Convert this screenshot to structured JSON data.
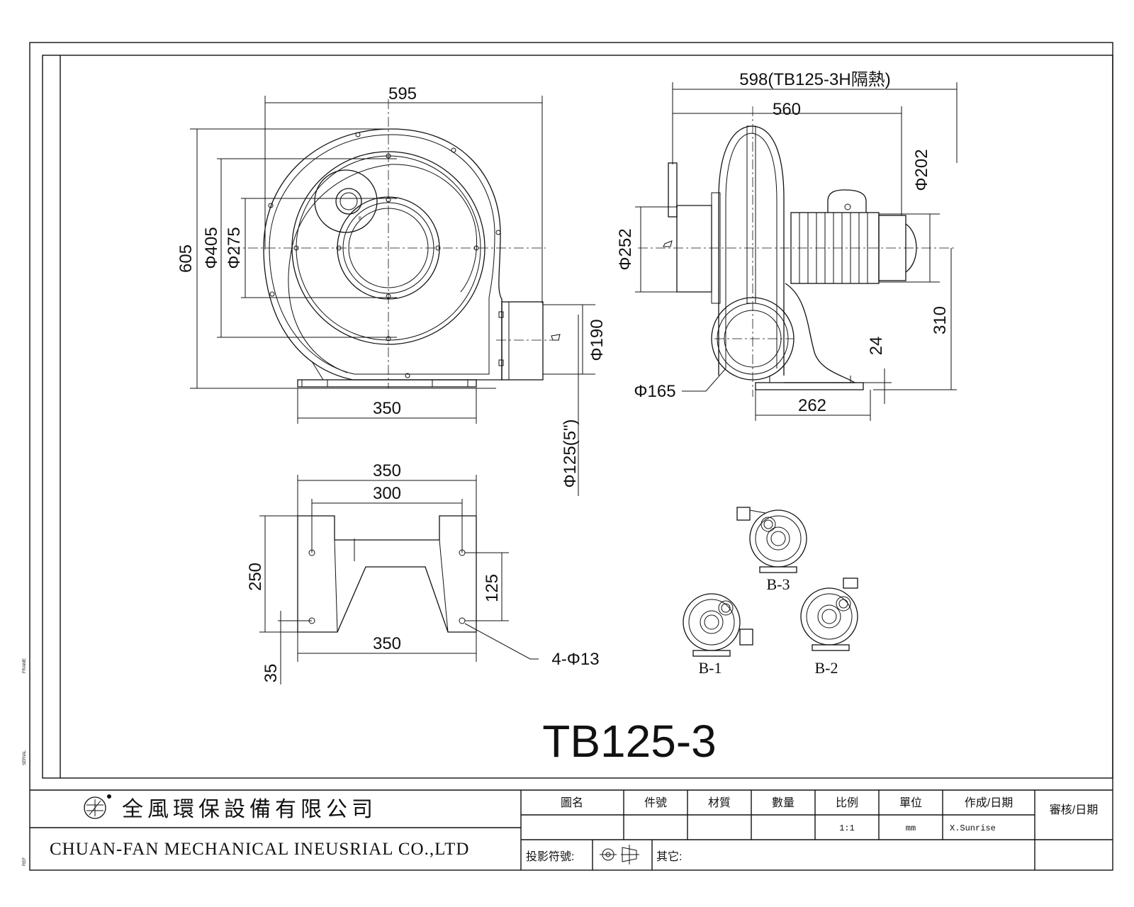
{
  "model": "TB125-3",
  "front_view": {
    "width": "595",
    "height": "605",
    "dia_outer": "Φ405",
    "dia_inner": "Φ275",
    "outlet": "Φ190",
    "base": "350",
    "outlet_nominal": "Φ125(5\")",
    "label_b": "B"
  },
  "side_view": {
    "overall": "598(TB125-3H隔熱)",
    "width": "560",
    "motor_dia": "Φ202",
    "inlet_dia": "Φ252",
    "center_height": "310",
    "base_thick": "24",
    "flange_dia": "Φ165",
    "base_len": "262"
  },
  "base_view": {
    "outer": "350",
    "holes": "300",
    "depth": "250",
    "hole_pitch": "125",
    "bottom": "350",
    "offset": "35",
    "holes_spec": "4-Φ13"
  },
  "orientations": {
    "b3": "B-3",
    "b1": "B-1",
    "b2": "B-2"
  },
  "company": {
    "name_cn": "全風環保設備有限公司",
    "name_en": "CHUAN-FAN MECHANICAL INEUSRIAL CO.,LTD"
  },
  "title_block": {
    "headers": [
      "圖名",
      "件號",
      "材質",
      "數量",
      "比例",
      "單位",
      "作成/日期",
      "審核/日期"
    ],
    "values": [
      "",
      "",
      "",
      "",
      "1:1",
      "mm",
      "X.Sunrise",
      ""
    ],
    "projection_label": "投影符號:",
    "other_label": "其它:"
  },
  "margin_marks": [
    "FRAME",
    "SERIAL",
    "REF"
  ]
}
